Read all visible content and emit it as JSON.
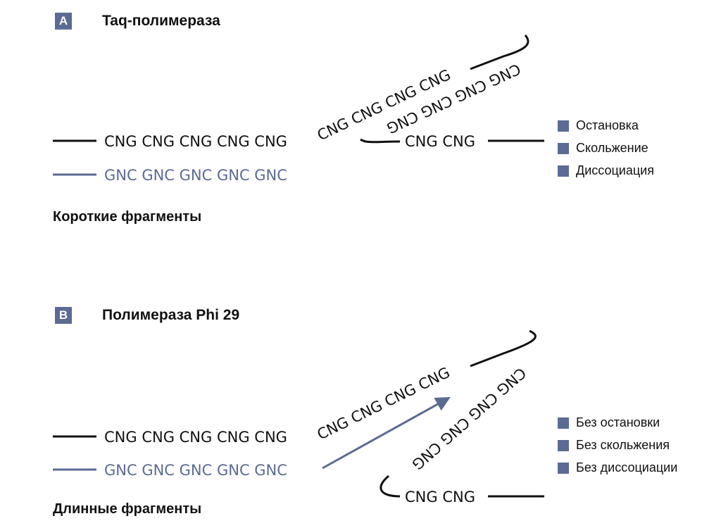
{
  "panels": [
    {
      "badge": "A",
      "title": "Taq-полимераза",
      "caption": "Короткие фрагменты",
      "template_seq": "CNG CNG CNG CNG CNG",
      "primer_seq": "GNC GNC GNC GNC GNC",
      "upper_strand_seq": "CNG CNG CNG CNG",
      "lower_strand_seq": "CNG CNG CNG CNG",
      "tail_seq": "CNG CNG",
      "legend": [
        "Остановка",
        "Скольжение",
        "Диссоциация"
      ]
    },
    {
      "badge": "B",
      "title": "Полимераза Phi 29",
      "caption": "Длинные фрагменты",
      "template_seq": "CNG CNG CNG CNG CNG",
      "primer_seq": "GNC GNC GNC GNC GNC",
      "upper_strand_seq": "CNG CNG CNG CNG",
      "lower_strand_seq": "CNG CNG CNG CNG",
      "tail_seq": "CNG CNG",
      "legend": [
        "Без остановки",
        "Без скольжения",
        "Без диссоциации"
      ]
    }
  ],
  "colors": {
    "template": "#111111",
    "primer": "#5b6b93",
    "accent": "#5b6b93"
  }
}
